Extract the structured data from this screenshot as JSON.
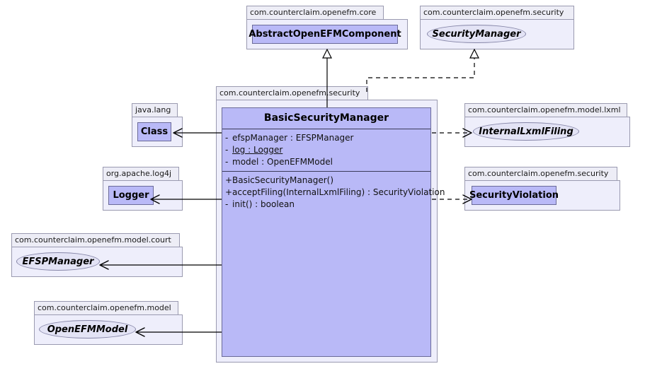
{
  "diagram": {
    "kind": "uml-class-diagram",
    "title": "BasicSecurityManager class diagram",
    "colors": {
      "class_fill": "#b9b9f7",
      "class_border": "#6b6b99",
      "package_body_fill": "#eeeefb",
      "package_tab_fill": "#ededf6",
      "package_border": "#9a9ab0",
      "interface_fill": "#e3e3f5",
      "interface_border": "#8686a8",
      "line": "#000000",
      "background": "#ffffff"
    }
  },
  "packages": {
    "core": {
      "label": "com.counterclaim.openefm.core"
    },
    "security_top": {
      "label": "com.counterclaim.openefm.security"
    },
    "security_main": {
      "label": "com.counterclaim.openefm.security"
    },
    "java_lang": {
      "label": "java.lang"
    },
    "log4j": {
      "label": "org.apache.log4j"
    },
    "model_court": {
      "label": "com.counterclaim.openefm.model.court"
    },
    "model": {
      "label": "com.counterclaim.openefm.model"
    },
    "model_lxml": {
      "label": "com.counterclaim.openefm.model.lxml"
    },
    "security_right": {
      "label": "com.counterclaim.openefm.security"
    }
  },
  "classifiers": {
    "abstract_component": {
      "name": "AbstractOpenEFMComponent",
      "stereotype": "abstract-class"
    },
    "security_manager": {
      "name": "SecurityManager",
      "stereotype": "interface"
    },
    "java_class": {
      "name": "Class",
      "stereotype": "class"
    },
    "logger": {
      "name": "Logger",
      "stereotype": "class"
    },
    "efsp_manager": {
      "name": "EFSPManager",
      "stereotype": "interface"
    },
    "openefm_model": {
      "name": "OpenEFMModel",
      "stereotype": "interface"
    },
    "internal_lxml_filing": {
      "name": "InternalLxmlFiling",
      "stereotype": "interface"
    },
    "security_violation": {
      "name": "SecurityViolation",
      "stereotype": "class"
    }
  },
  "main_class": {
    "name": "BasicSecurityManager",
    "attributes": [
      {
        "visibility": "-",
        "text": "efspManager : EFSPManager",
        "static": false
      },
      {
        "visibility": "-",
        "text": "log : Logger",
        "static": true
      },
      {
        "visibility": "-",
        "text": "model : OpenEFMModel",
        "static": false
      }
    ],
    "operations": [
      {
        "visibility": "+",
        "text": "BasicSecurityManager()",
        "static": false
      },
      {
        "visibility": "+",
        "text": "acceptFiling(InternalLxmlFiling) : SecurityViolation",
        "static": false
      },
      {
        "visibility": "-",
        "text": "init() : boolean",
        "static": false
      }
    ]
  },
  "relationships": [
    {
      "from": "BasicSecurityManager",
      "to": "AbstractOpenEFMComponent",
      "type": "generalization",
      "line": "solid",
      "arrow": "hollow-triangle"
    },
    {
      "from": "BasicSecurityManager",
      "to": "SecurityManager",
      "type": "realization",
      "line": "dashed",
      "arrow": "hollow-triangle"
    },
    {
      "from": "BasicSecurityManager",
      "to": "Class",
      "type": "association",
      "line": "solid",
      "arrow": "open"
    },
    {
      "from": "BasicSecurityManager",
      "to": "Logger",
      "type": "association",
      "line": "solid",
      "arrow": "open"
    },
    {
      "from": "BasicSecurityManager",
      "to": "EFSPManager",
      "type": "association",
      "line": "solid",
      "arrow": "open"
    },
    {
      "from": "BasicSecurityManager",
      "to": "OpenEFMModel",
      "type": "association",
      "line": "solid",
      "arrow": "open"
    },
    {
      "from": "BasicSecurityManager",
      "to": "InternalLxmlFiling",
      "type": "dependency",
      "line": "dashed",
      "arrow": "open"
    },
    {
      "from": "BasicSecurityManager",
      "to": "SecurityViolation",
      "type": "dependency",
      "line": "dashed",
      "arrow": "open"
    }
  ]
}
